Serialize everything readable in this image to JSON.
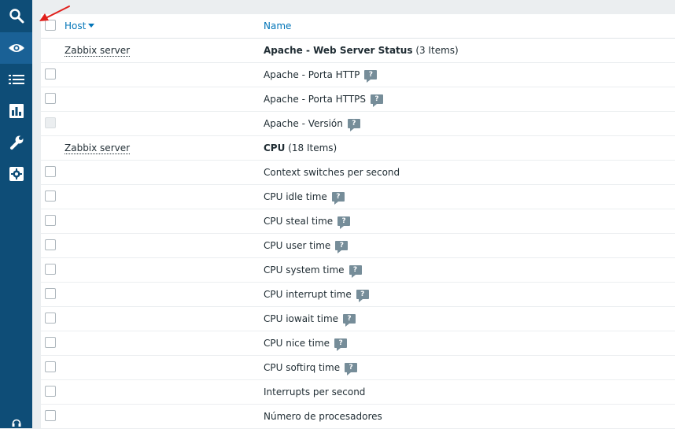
{
  "sidebar": {
    "items": [
      {
        "icon": "search-icon"
      },
      {
        "icon": "eye-icon",
        "active": true
      },
      {
        "icon": "list-icon"
      },
      {
        "icon": "bar-chart-icon"
      },
      {
        "icon": "wrench-icon"
      },
      {
        "icon": "gear-icon"
      },
      {
        "icon": "headset-icon"
      }
    ]
  },
  "table": {
    "columns": {
      "host": "Host",
      "name": "Name"
    },
    "rows": [
      {
        "type": "group",
        "host": "Zabbix server",
        "title": "Apache - Web Server Status",
        "count": "(3 Items)"
      },
      {
        "type": "item",
        "name": "Apache - Porta HTTP",
        "help": true
      },
      {
        "type": "item",
        "name": "Apache - Porta HTTPS",
        "help": true
      },
      {
        "type": "item",
        "name": "Apache - Versión",
        "help": true,
        "disabled": true
      },
      {
        "type": "group",
        "host": "Zabbix server",
        "title": "CPU",
        "count": "(18 Items)"
      },
      {
        "type": "item",
        "name": "Context switches per second",
        "help": false
      },
      {
        "type": "item",
        "name": "CPU idle time",
        "help": true
      },
      {
        "type": "item",
        "name": "CPU steal time",
        "help": true
      },
      {
        "type": "item",
        "name": "CPU user time",
        "help": true
      },
      {
        "type": "item",
        "name": "CPU system time",
        "help": true
      },
      {
        "type": "item",
        "name": "CPU interrupt time",
        "help": true
      },
      {
        "type": "item",
        "name": "CPU iowait time",
        "help": true
      },
      {
        "type": "item",
        "name": "CPU nice time",
        "help": true
      },
      {
        "type": "item",
        "name": "CPU softirq time",
        "help": true
      },
      {
        "type": "item",
        "name": "Interrupts per second",
        "help": false
      },
      {
        "type": "item",
        "name": "Número de procesadores",
        "help": false
      }
    ],
    "help_glyph": "?"
  },
  "colors": {
    "sidebar": "#0e4d77",
    "sidebar_active": "#1a6196",
    "link": "#0275b8",
    "annotation_arrow": "#e0201c"
  }
}
